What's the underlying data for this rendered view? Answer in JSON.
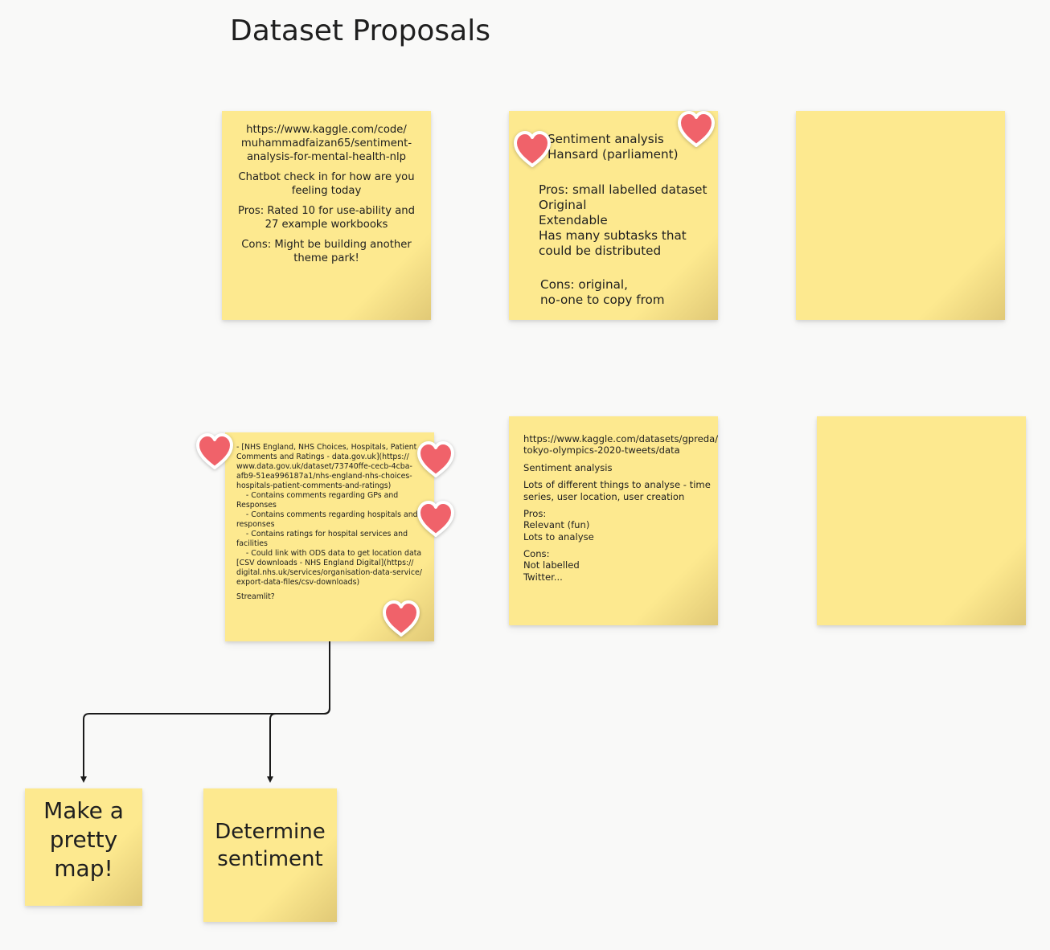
{
  "board": {
    "title": "Dataset Proposals"
  },
  "stickies": {
    "kaggle_mental_health": {
      "lines": [
        "https://www.kaggle.com/code/",
        "muhammadfaizan65/sentiment-",
        "analysis-for-mental-health-nlp",
        "",
        "Chatbot check in for how are you",
        "feeling today",
        "",
        "Pros: Rated 10 for use-ability and",
        "27 example workbooks",
        "",
        "Cons: Might be building another",
        "theme park!"
      ]
    },
    "hansard": {
      "bullet_lines": [
        "Sentiment analysis",
        "Hansard (parliament)"
      ],
      "pros_lines": [
        "Pros: small labelled dataset",
        "Original",
        "Extendable",
        "Has many subtasks that",
        "could be distributed"
      ],
      "cons_lines": [
        "Cons: original,",
        "no-one to copy from"
      ]
    },
    "empty_1": {
      "text": ""
    },
    "nhs": {
      "lines": [
        "- [NHS England, NHS Choices, Hospitals, Patient",
        "Comments and Ratings - data.gov.uk](https://",
        "www.data.gov.uk/dataset/73740ffe-cecb-4cba-",
        "afb9-51ea996187a1/nhs-england-nhs-choices-",
        "hospitals-patient-comments-and-ratings)",
        "    - Contains comments regarding GPs and",
        "Responses",
        "    - Contains comments regarding hospitals and",
        "responses",
        "    - Contains ratings for hospital services and",
        "facilities",
        "    - Could link with ODS data to get location data",
        "[CSV downloads - NHS England Digital](https://",
        "digital.nhs.uk/services/organisation-data-service/",
        "export-data-files/csv-downloads)",
        "",
        "Streamlit?"
      ]
    },
    "tokyo": {
      "lines": [
        "https://www.kaggle.com/datasets/gpreda/",
        "tokyo-olympics-2020-tweets/data",
        "",
        "Sentiment analysis",
        "",
        "Lots of different things to analyse - time",
        "series, user location, user creation",
        "",
        "Pros:",
        "Relevant (fun)",
        "Lots to analyse",
        "",
        "Cons:",
        "Not labelled",
        "Twitter..."
      ]
    },
    "empty_2": {
      "text": ""
    },
    "pretty_map": {
      "lines": [
        "Make a",
        "pretty",
        "map!"
      ]
    },
    "sentiment": {
      "lines": [
        "Determine",
        "sentiment"
      ]
    }
  },
  "reaction_icon": "heart-reaction-icon",
  "colors": {
    "sticky": "#fde98f",
    "heart": "#f0626a",
    "connector": "#1b1b1b",
    "background": "#f9f9f8"
  }
}
